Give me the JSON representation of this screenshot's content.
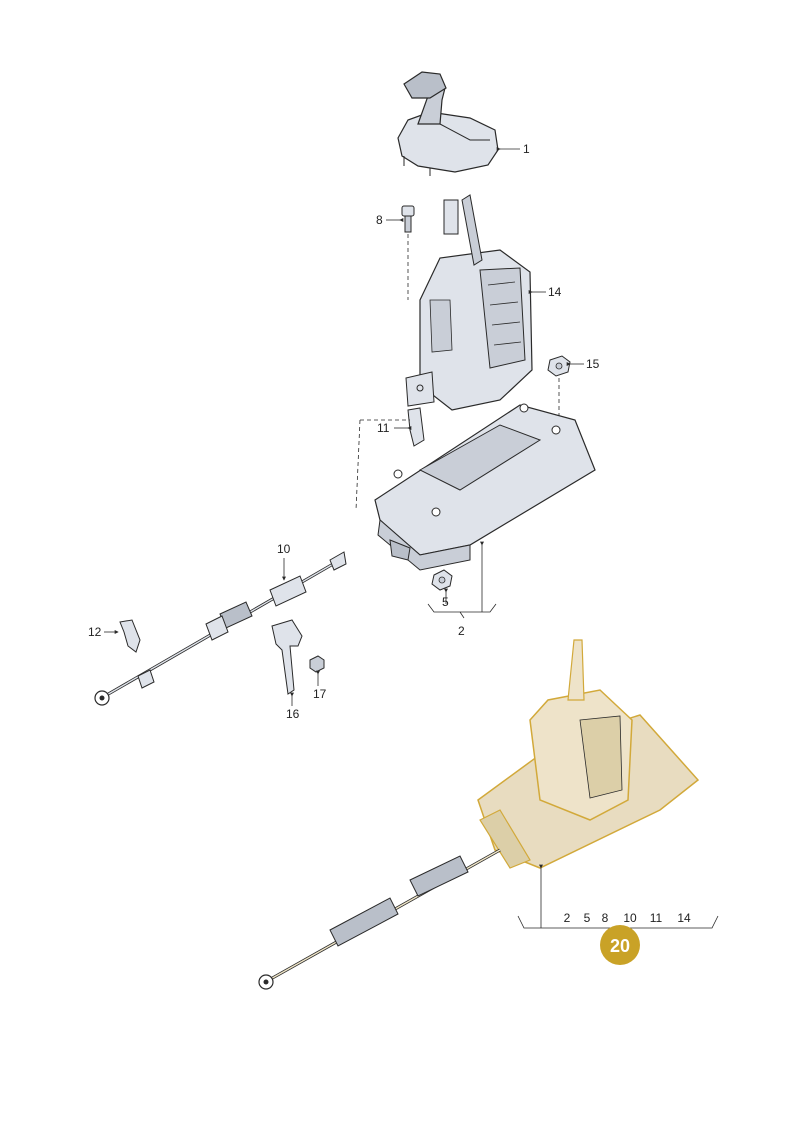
{
  "diagram": {
    "callouts": {
      "p1": "1",
      "p2": "2",
      "p5": "5",
      "p8": "8",
      "p10": "10",
      "p11": "11",
      "p12": "12",
      "p14": "14",
      "p15": "15",
      "p16": "16",
      "p17": "17"
    },
    "assembly": {
      "badge": "20",
      "included_parts": [
        "2",
        "5",
        "8",
        "10",
        "11",
        "14"
      ]
    },
    "colors": {
      "line": "#2a2a2a",
      "part_fill": "#dfe3ea",
      "part_shade": "#c9ced7",
      "assembly_fill": "#e8dcc0",
      "assembly_outline": "#d2a93a",
      "badge_fill": "#c9a227"
    }
  }
}
